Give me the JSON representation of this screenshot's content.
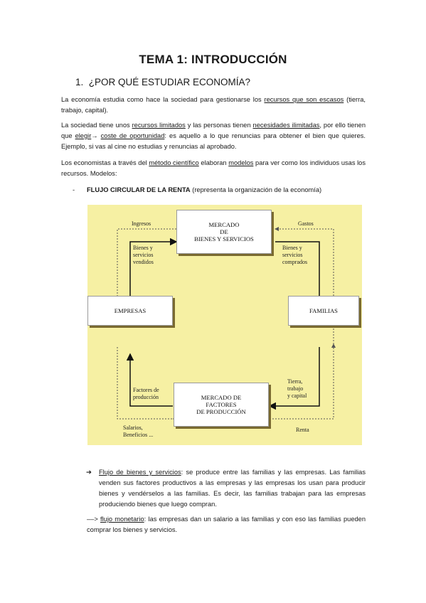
{
  "title": "TEMA 1: INTRODUCCIÓN",
  "section1": {
    "number": "1.",
    "heading": "¿POR QUÉ ESTUDIAR ECONOMÍA?"
  },
  "p1": {
    "a": "La economía estudia como hace la sociedad para gestionarse los ",
    "u1": "recursos que son escasos",
    "b": " (tierra, trabajo, capital)."
  },
  "p2": {
    "a": "La sociedad tiene unos ",
    "u1": "recursos limitados",
    "b": " y las personas tienen ",
    "u2": "necesidades ilimitadas",
    "c": ", por ello tienen que ",
    "u3": "elegir",
    "arrow": "→ ",
    "u4": "coste de oportunidad",
    "d": ": es aquello a lo que renuncias para obtener el bien que quieres. Ejemplo, si vas al cine no estudias y renuncias al aprobado."
  },
  "p3": {
    "a": "Los economistas a través del ",
    "u1": "método científico",
    "b": " elaboran ",
    "u2": "modelos",
    "c": " para ver como los individuos usas los recursos. Modelos:"
  },
  "bullet": {
    "dash": "-",
    "bold": "FLUJO CIRCULAR DE LA RENTA",
    "rest": " (representa la organización de la economía)"
  },
  "diagram": {
    "box_goods": [
      "MERCADO",
      "DE",
      "BIENES Y SERVICIOS"
    ],
    "box_factors": [
      "MERCADO DE",
      "FACTORES",
      "DE PRODUCCIÓN"
    ],
    "box_firms": "EMPRESAS",
    "box_households": "FAMILIAS",
    "label_ingresos": "Ingresos",
    "label_gastos": "Gastos",
    "label_vendidos": [
      "Bienes y",
      "servicios",
      "vendidos"
    ],
    "label_comprados": [
      "Bienes y",
      "servicios",
      "comprados"
    ],
    "label_factores": [
      "Factores de",
      "producción"
    ],
    "label_tierra": [
      "Tierra,",
      "trabajo",
      "y capital"
    ],
    "label_salarios": [
      "Salarios,",
      "Beneficios ..."
    ],
    "label_renta": "Renta"
  },
  "note1": {
    "arrow": "➔",
    "u1": "Flujo de bienes y servicios",
    "text": ": se produce entre las familias y las empresas. Las familias venden sus factores productivos a las empresas y las empresas los usan para producir bienes y vendérselos a las familias. Es decir, las familias trabajan para las empresas produciendo bienes que luego compran."
  },
  "note2": {
    "prefix": "––> ",
    "u1": "flujo monetario",
    "text": ": las empresas dan un salario a las familias y con eso las familias pueden comprar los bienes y servicios."
  }
}
